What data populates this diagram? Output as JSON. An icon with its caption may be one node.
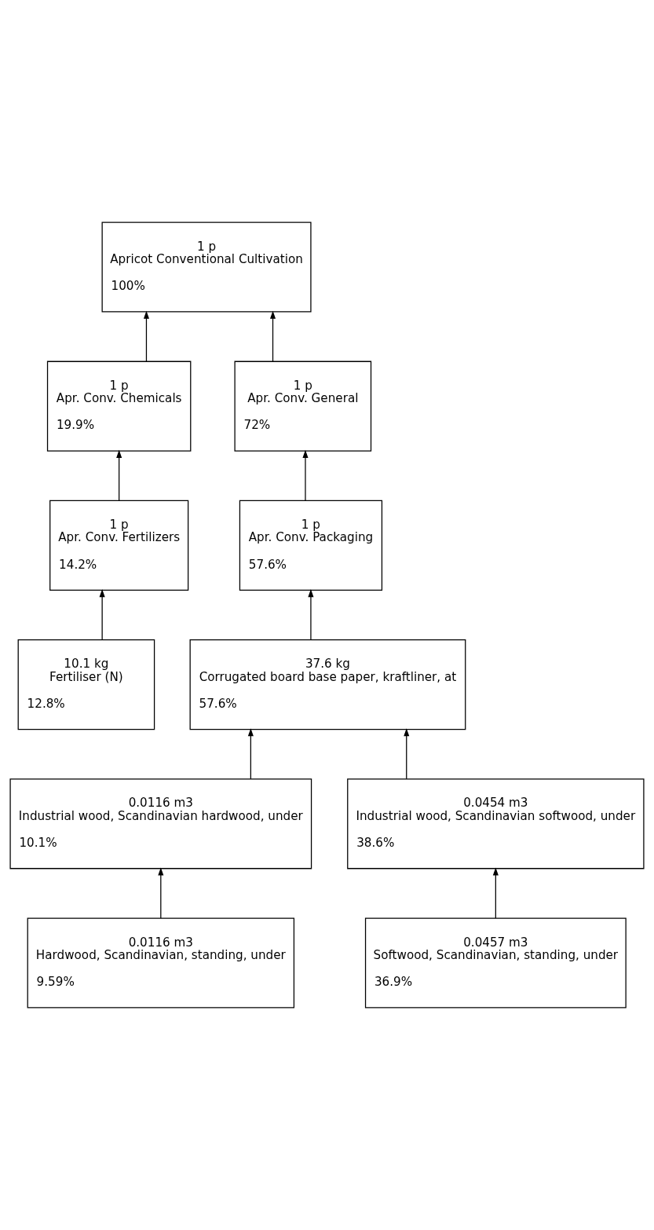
{
  "diagram": {
    "nodes": [
      {
        "text": [
          "1 p",
          "Apricot Conventional Cultivation",
          "100%"
        ]
      },
      {
        "text": [
          "1 p",
          "Apr. Conv. Chemicals",
          "19.9%"
        ]
      },
      {
        "text": [
          "1 p",
          "Apr. Conv. General",
          "72%"
        ]
      },
      {
        "text": [
          "1 p",
          "Apr. Conv. Fertilizers",
          "14.2%"
        ]
      },
      {
        "text": [
          "1 p",
          "Apr. Conv. Packaging",
          "57.6%"
        ]
      },
      {
        "text": [
          "10.1 kg",
          "Fertiliser (N)",
          "12.8%"
        ]
      },
      {
        "text": [
          "37.6 kg",
          "Corrugated board base paper, kraftliner, at",
          "57.6%"
        ]
      },
      {
        "text": [
          "0.0116 m3",
          "Industrial wood, Scandinavian hardwood, under",
          "10.1%"
        ]
      },
      {
        "text": [
          "0.0454 m3",
          "Industrial wood, Scandinavian softwood, under",
          "38.6%"
        ]
      },
      {
        "text": [
          "0.0116 m3",
          "Hardwood, Scandinavian, standing, under",
          "9.59%"
        ]
      },
      {
        "text": [
          "0.0457 m3",
          "Softwood, Scandinavian, standing, under",
          "36.9%"
        ]
      }
    ],
    "edges": [
      {
        "from": 1,
        "to": 0,
        "arrow": "to"
      },
      {
        "from": 2,
        "to": 0,
        "arrow": "to"
      },
      {
        "from": 3,
        "to": 1,
        "arrow": "to"
      },
      {
        "from": 4,
        "to": 2,
        "arrow": "to"
      },
      {
        "from": 5,
        "to": 3,
        "arrow": "to"
      },
      {
        "from": 6,
        "to": 4,
        "arrow": "to"
      },
      {
        "from": 7,
        "to": 6,
        "arrow": "to"
      },
      {
        "from": 8,
        "to": 6,
        "arrow": "to"
      },
      {
        "from": 9,
        "to": 7,
        "arrow": "to"
      },
      {
        "from": 10,
        "to": 8,
        "arrow": "to"
      }
    ]
  }
}
